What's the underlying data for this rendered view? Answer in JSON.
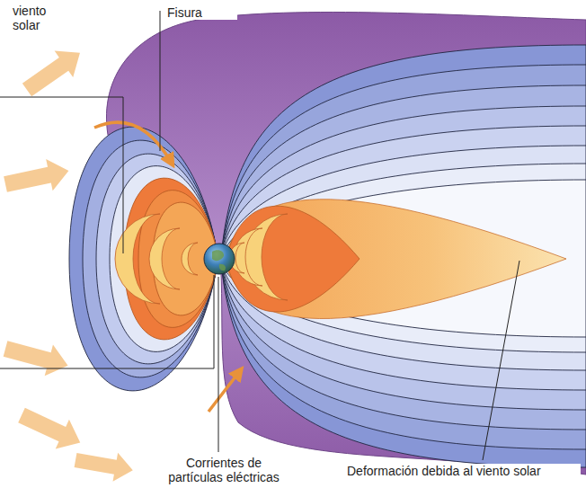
{
  "diagram": {
    "labels": [
      "viento solar",
      "Fisura",
      "Corrientes de partículas eléctricas",
      "Deformación debida al viento solar"
    ]
  }
}
